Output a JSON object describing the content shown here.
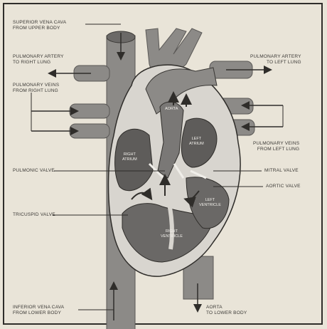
{
  "labels": {
    "superior_vena_cava": [
      "SUPERIOR VENA CAVA",
      "FROM UPPER BODY"
    ],
    "pulmonary_artery_right": [
      "PULMONARY ARTERY",
      "TO RIGHT LUNG"
    ],
    "pulmonary_veins_right": [
      "PULMONARY VEINS",
      "FROM RIGHT LUNG"
    ],
    "pulmonary_artery_left": [
      "PULMONARY ARTERY",
      "TO LEFT LUNG"
    ],
    "pulmonary_veins_left": [
      "PULMONARY VEINS",
      "FROM LEFT LUNG"
    ],
    "pulmonic_valve": "PULMONIC VALVE",
    "mitral_valve": "MITRAL VALVE",
    "aortic_valve": "AORTIC VALVE",
    "tricuspid_valve": "TRICUSPID VALVE",
    "inferior_vena_cava": [
      "INFERIOR VENA CAVA",
      "FROM LOWER BODY"
    ],
    "aorta": [
      "AORTA",
      "TO LOWER BODY"
    ]
  },
  "chambers": {
    "right_atrium": [
      "RIGHT",
      "ATRIUM"
    ],
    "left_atrium": [
      "LEFT",
      "ATRIUM"
    ],
    "right_ventricle": [
      "RIGHT",
      "VENTRICLE"
    ],
    "left_ventricle": [
      "LEFT",
      "VENTRICLE"
    ],
    "aorta_inner": "AORTA"
  },
  "colors": {
    "background": "#e9e4d8",
    "vessel_fill": "#8c8a87",
    "chamber_dark": "#5e5c5a",
    "wall_light": "#d8d5cf",
    "line": "#2f2d2a"
  }
}
